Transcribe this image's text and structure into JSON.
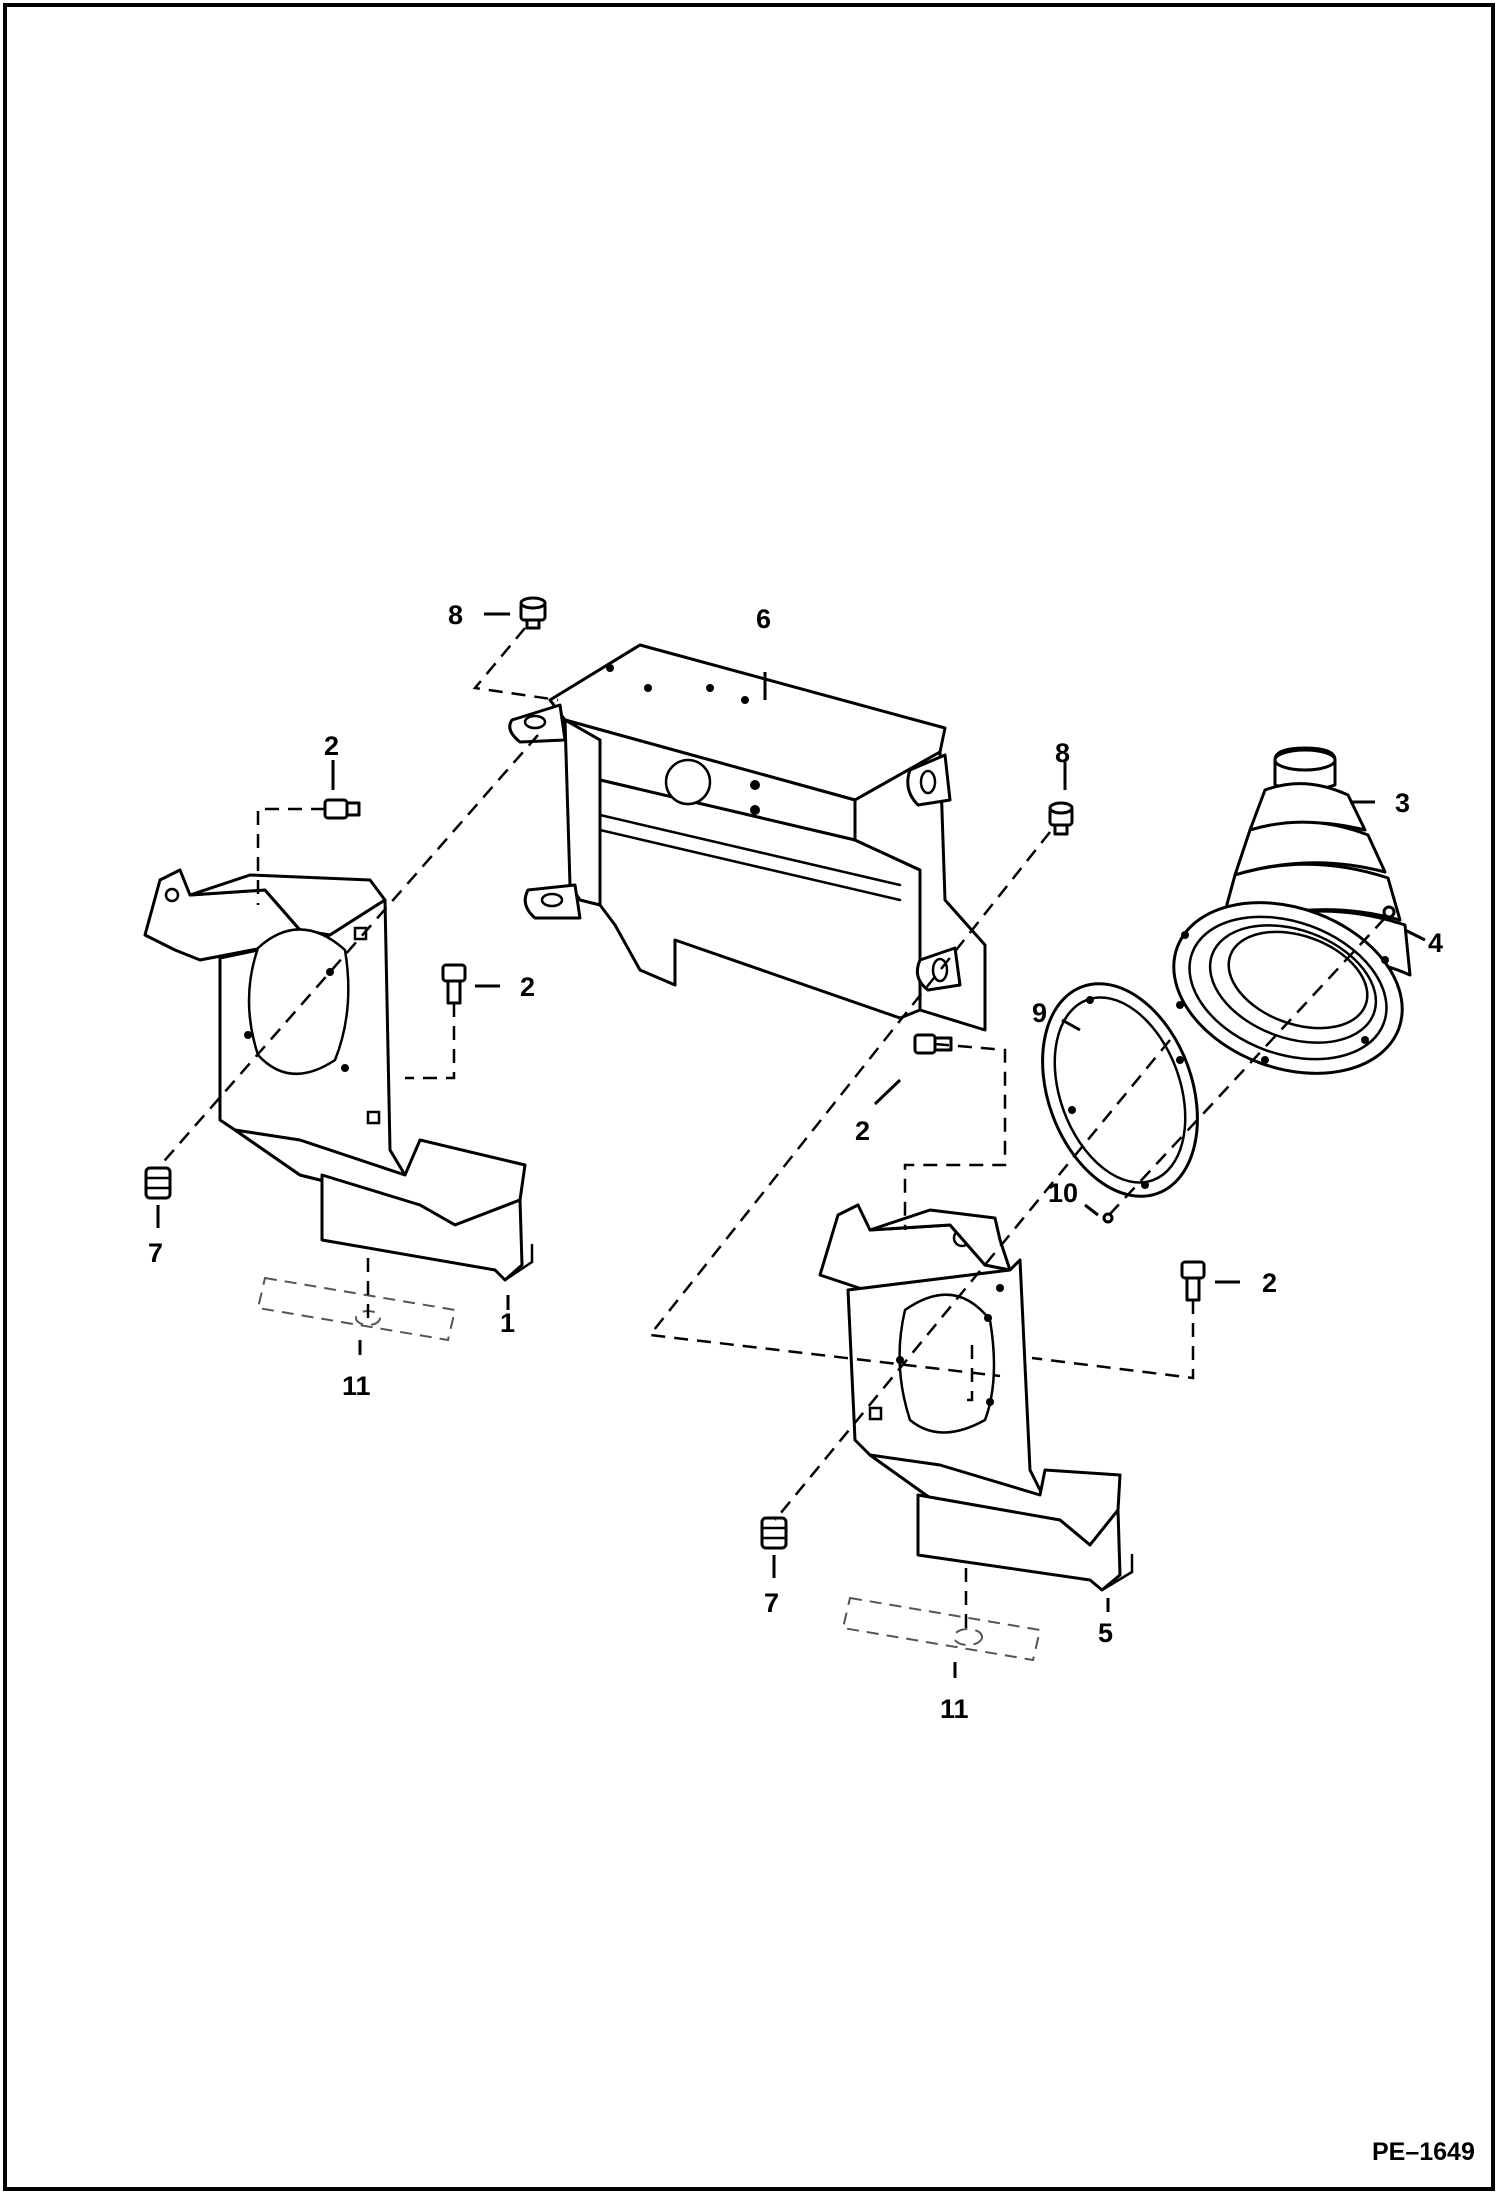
{
  "figure_ref": "PE–1649",
  "callouts": {
    "c1": "1",
    "c2a": "2",
    "c2b": "2",
    "c2c": "2",
    "c2d": "2",
    "c3": "3",
    "c4": "4",
    "c5": "5",
    "c6": "6",
    "c7a": "7",
    "c7b": "7",
    "c8a": "8",
    "c8b": "8",
    "c9": "9",
    "c10": "10",
    "c11a": "11",
    "c11b": "11"
  }
}
